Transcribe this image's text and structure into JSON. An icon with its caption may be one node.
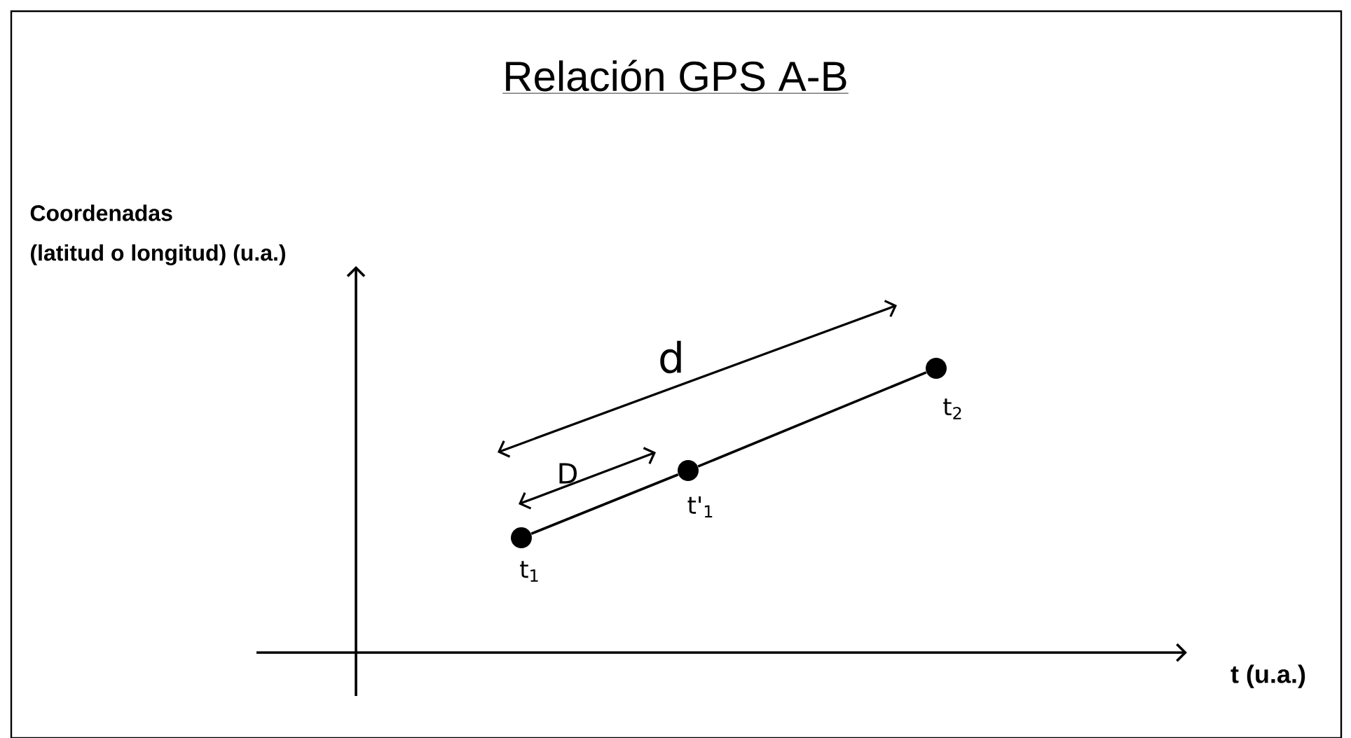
{
  "diagram": {
    "title": "Relación GPS A-B",
    "nodes": [
      {
        "text": [],
        "shape": "circle",
        "beside": [
          "t$_{1}$"
        ]
      },
      {
        "text": [],
        "shape": "circle",
        "beside": [
          "t'$_{1}$"
        ]
      },
      {
        "text": [],
        "shape": "circle",
        "beside": [
          "t$_{2}$"
        ]
      }
    ],
    "edges": [
      {
        "from": 0,
        "to": 1,
        "arrow": "none"
      },
      {
        "from": 1,
        "to": 2,
        "arrow": "none"
      }
    ],
    "labels": [
      "Coordenadas",
      "(latitud o longitud) (u.a.)",
      "t (u.a.)",
      "d",
      "D"
    ]
  }
}
